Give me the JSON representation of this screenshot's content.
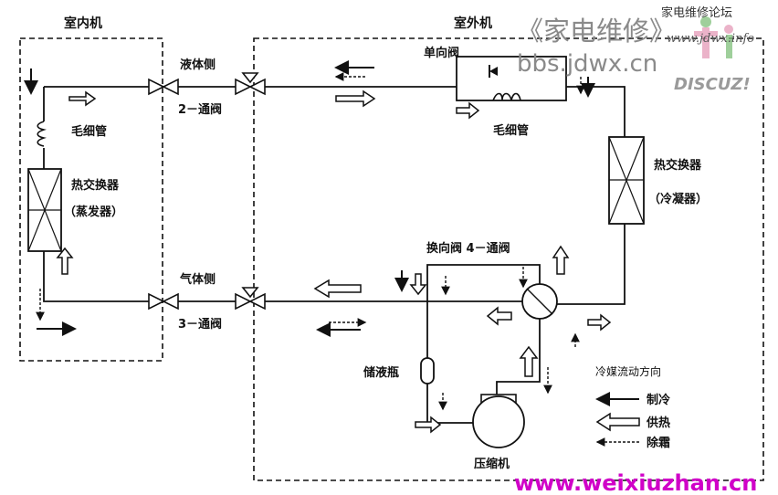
{
  "labels": {
    "indoor_unit": "室内机",
    "outdoor_unit": "室外机",
    "liquid_side": "液体侧",
    "two_way_valve": "2－通阀",
    "gas_side": "气体侧",
    "three_way_valve": "3－通阀",
    "check_valve": "单向阀",
    "capillary_indoor": "毛细管",
    "capillary_outdoor": "毛细管",
    "hx_indoor": "热交换器",
    "hx_indoor_sub": "（蒸发器）",
    "hx_outdoor": "热交换器",
    "hx_outdoor_sub": "（冷凝器）",
    "four_way_valve": "换向阀 4－通阀",
    "accumulator": "储液瓶",
    "compressor": "压缩机"
  },
  "legend": {
    "title": "冷媒流动方向",
    "cooling": "制冷",
    "heating": "供热",
    "defrost": "除霜"
  },
  "watermarks": {
    "brand_cn": "《家电维修》",
    "forum": "家电维修论坛",
    "url_top": "www.jdwx.info",
    "bbs": "bbs.jdwx.cn",
    "discuz": "DISCUZ!",
    "url_bottom": "www.weixiuzhan.cn"
  },
  "colors": {
    "line": "#111111",
    "watermark_gray": "#8a8a8a",
    "watermark_magenta": "#d000c8",
    "logo_pink": "#e59ab8",
    "logo_green": "#7fbf7a"
  }
}
